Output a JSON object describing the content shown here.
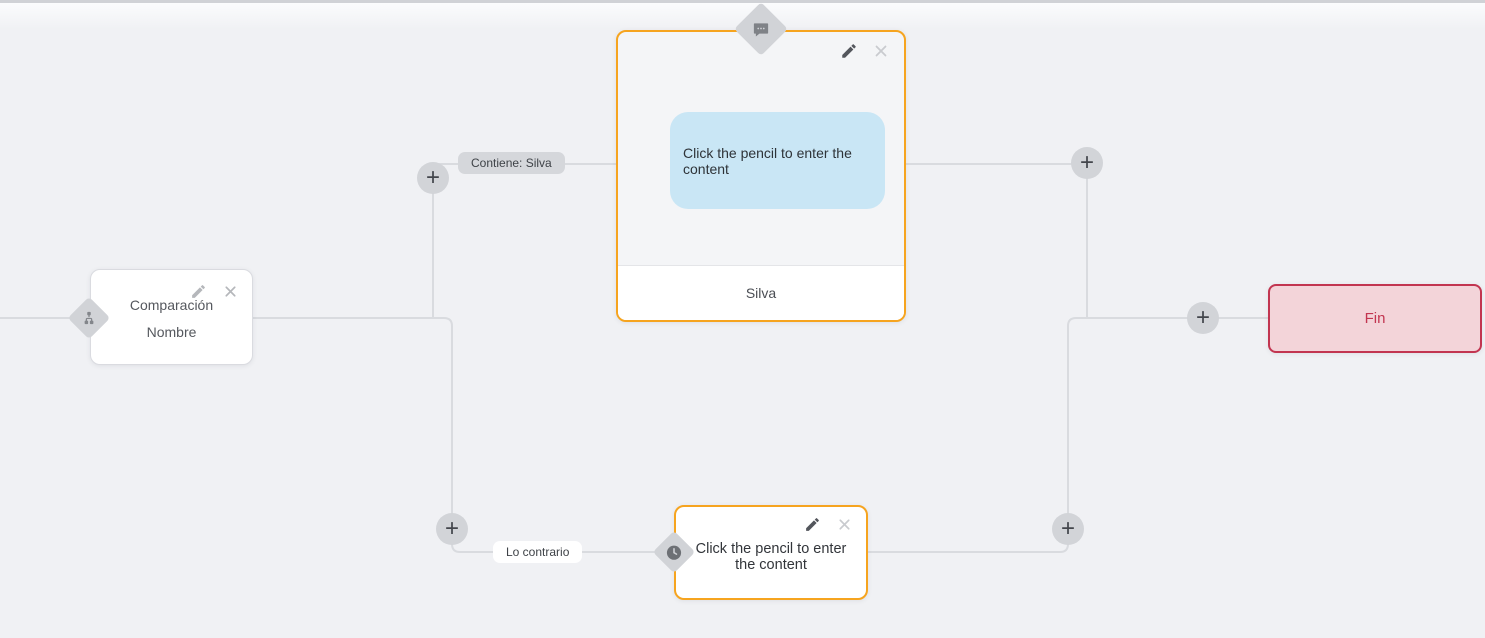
{
  "canvas": {
    "background": "#f0f1f4",
    "wire_color": "#d9dbdf"
  },
  "palette": {
    "accent_orange": "#f6a41f",
    "end_red": "#c23550",
    "end_background": "#f3d4d9",
    "bubble_blue": "#c9e6f5",
    "diamond_gray": "#d1d3d7"
  },
  "nodes": {
    "comparison": {
      "type_icon": "branch-icon",
      "title": "Comparación",
      "subtitle": "Nombre"
    },
    "message": {
      "type_icon": "message-icon",
      "bubble_text": "Click the pencil to enter the content",
      "branch_label": "Silva"
    },
    "delay": {
      "type_icon": "clock-icon",
      "placeholder_text": "Click the pencil to enter the content"
    },
    "end": {
      "label": "Fin"
    }
  },
  "edges": {
    "condition_true_label": "Contiene: Silva",
    "condition_false_label": "Lo contrario"
  },
  "controls": {
    "add_button_label": "+"
  }
}
